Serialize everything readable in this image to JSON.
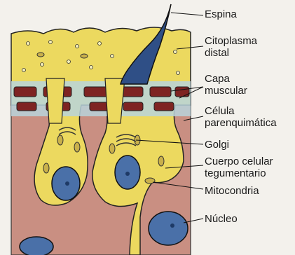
{
  "figure": {
    "labels": {
      "espina": "Espina",
      "citoplasma_1": "Citoplasma",
      "citoplasma_2": "distal",
      "capa_1": "Capa",
      "capa_2": "muscular",
      "celula_1": "Célula",
      "celula_2": "parenquimática",
      "golgi": "Golgi",
      "cuerpo_1": "Cuerpo celular",
      "cuerpo_2": "tegumentario",
      "mitocondria": "Mitocondria",
      "nucleo": "Núcleo"
    }
  }
}
